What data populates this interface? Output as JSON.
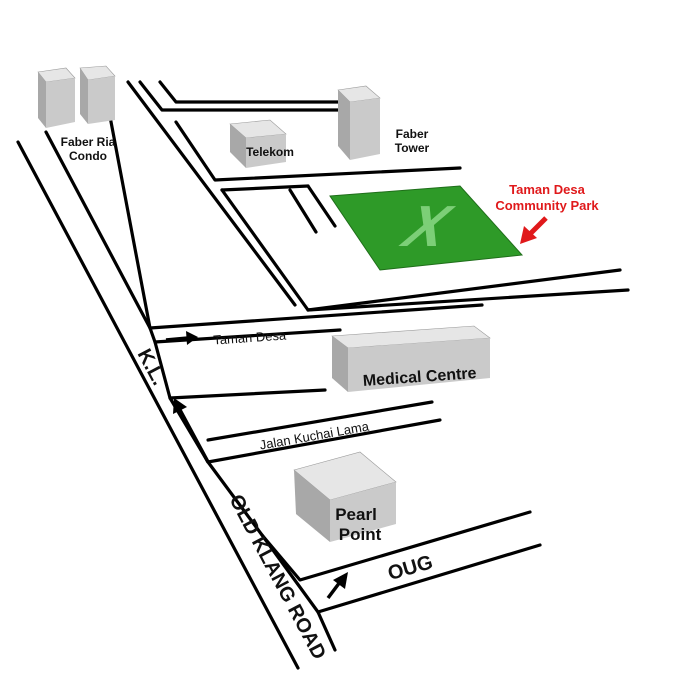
{
  "colors": {
    "park": "#2e9a28",
    "park_light": "#45b540",
    "callout": "#e0191b",
    "building_light": "#e4e4e4",
    "building_mid": "#c4c4c4",
    "building_dark": "#a3a3a3"
  },
  "buildings": {
    "faber_ria": {
      "line1": "Faber Ria",
      "line2": "Condo"
    },
    "telekom": "Telekom",
    "faber_tower": {
      "line1": "Faber",
      "line2": "Tower"
    },
    "medical_centre": "Medical Centre",
    "pearl_point": {
      "line1": "Pearl",
      "line2": "Point"
    }
  },
  "park": {
    "mark": "X",
    "label_line1": "Taman Desa",
    "label_line2": "Community Park"
  },
  "roads": {
    "taman_desa": "Taman Desa",
    "jalan_kuchai_lama": "Jalan Kuchai Lama",
    "oug": "OUG",
    "old_klang_road": "OLD KLANG ROAD",
    "kl": "K.L."
  },
  "icons": {
    "arrow_taman_desa": "arrow-right-icon",
    "arrow_kl": "arrow-up-icon",
    "arrow_oug": "arrow-up-right-icon",
    "park_callout": "arrow-down-left-icon"
  }
}
